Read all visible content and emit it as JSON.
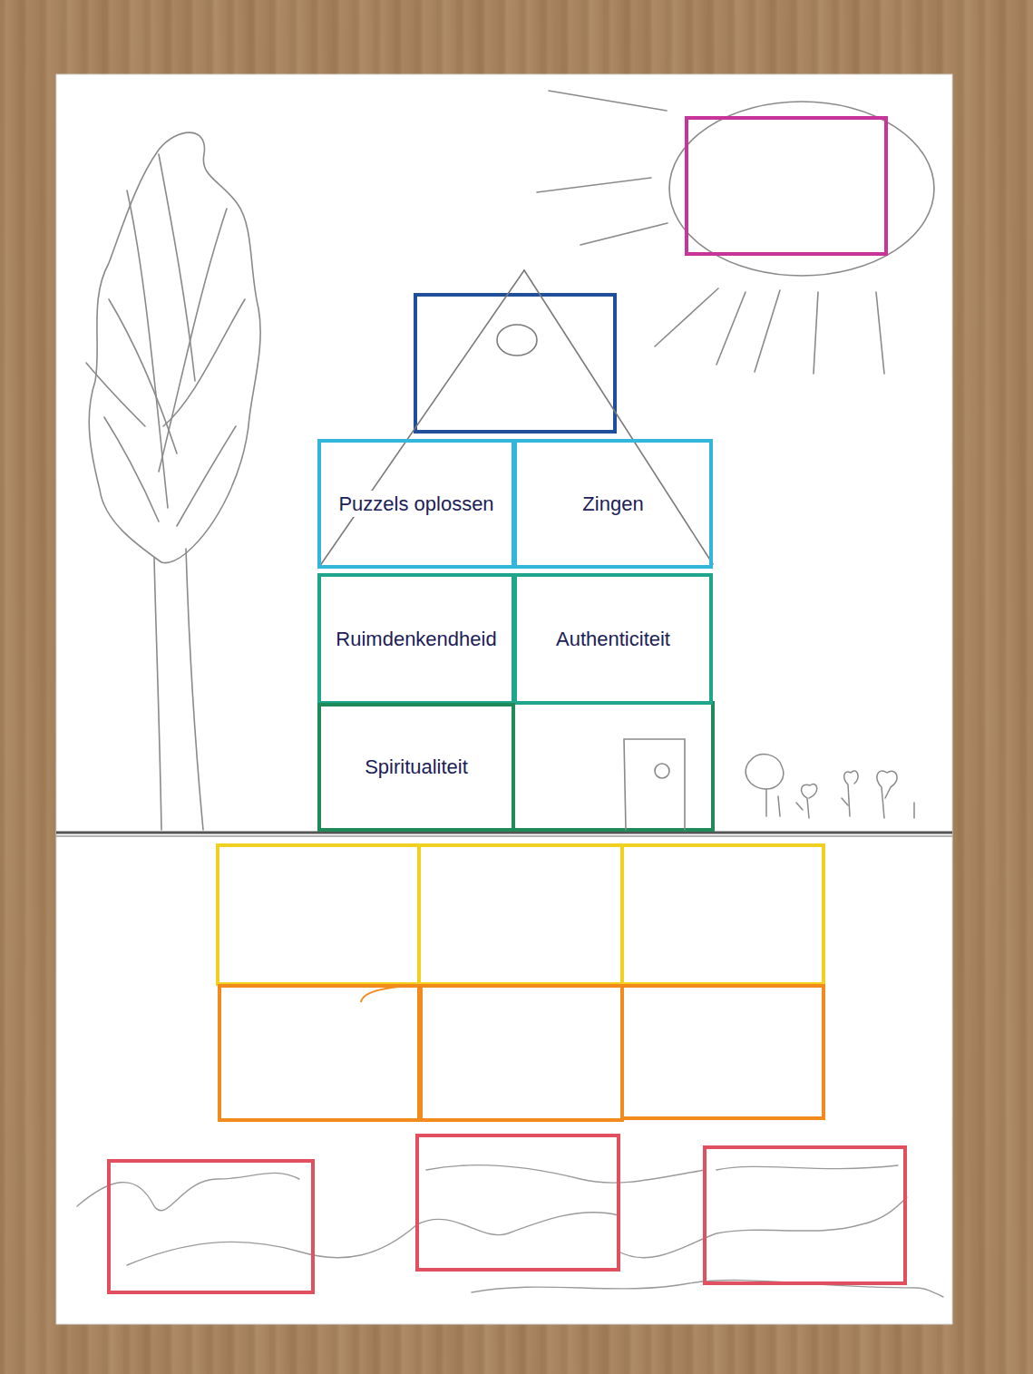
{
  "diagram": {
    "nodes": [
      {
        "text": [
          "Puzzels oplossen"
        ]
      },
      {
        "text": [
          "Zingen"
        ]
      },
      {
        "text": [
          "Ruimdenkendheid"
        ]
      },
      {
        "text": [
          "Authenticiteit"
        ]
      },
      {
        "text": [
          "Spiritualiteit"
        ]
      }
    ]
  }
}
